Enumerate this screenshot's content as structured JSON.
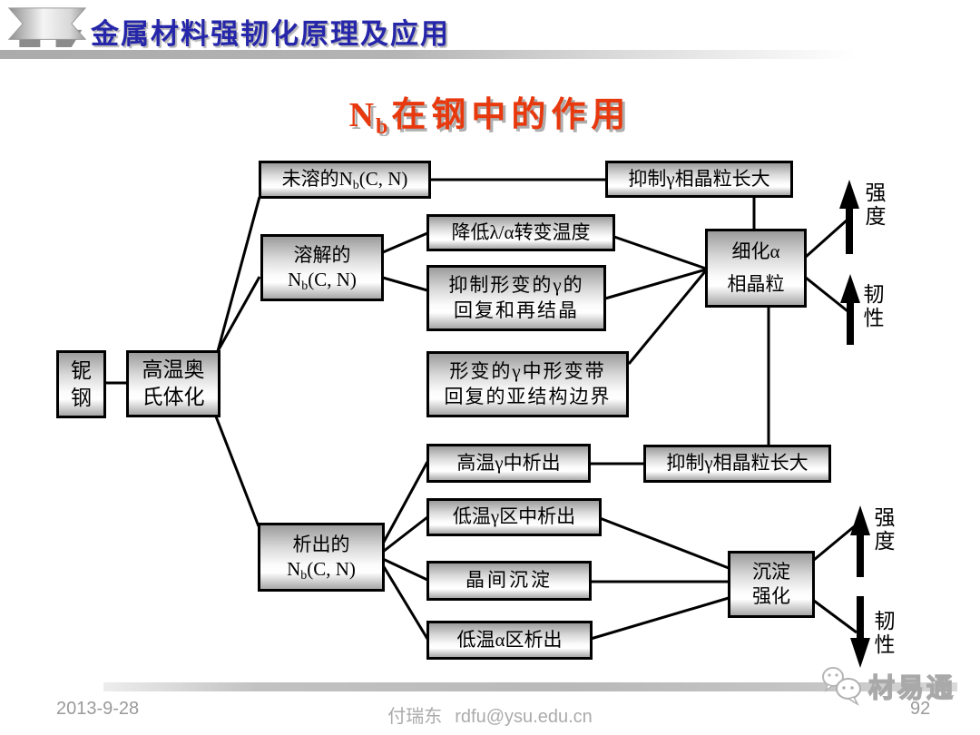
{
  "header": {
    "course_title": "金属材料强韧化原理及应用"
  },
  "slide_title": {
    "prefix": "N",
    "subscript": "b",
    "rest": "在钢中的作用"
  },
  "flowchart": {
    "boxes": {
      "nb_steel": {
        "line1": "铌",
        "line2": "钢"
      },
      "austenitize": {
        "line1": "高温奥",
        "line2": "氏体化"
      },
      "undissolved": {
        "pre": "未溶的N",
        "sub": "b",
        "post": "(C, N)"
      },
      "dissolved": {
        "line1": "溶解的",
        "pre": "N",
        "sub": "b",
        "post": "(C, N)"
      },
      "precipitated": {
        "line1": "析出的",
        "pre": "N",
        "sub": "b",
        "post": "(C, N)"
      },
      "inhibit_gamma_growth_top": "抑制γ相晶粒长大",
      "lower_transform_temp": "降低λ/α转变温度",
      "inhibit_recovery": {
        "line1": "抑制形变的γ的",
        "line2": "回复和再结晶"
      },
      "deform_band": {
        "line1": "形变的γ中形变带",
        "line2": "回复的亚结构边界"
      },
      "refine_alpha": {
        "line1": "细化α",
        "line2": "相晶粒"
      },
      "ht_gamma_precip": "高温γ中析出",
      "inhibit_gamma_growth_bottom": "抑制γ相晶粒长大",
      "lt_gamma_precip": "低温γ区中析出",
      "intergranular_precip": "晶间沉淀",
      "lt_alpha_precip": "低温α区析出",
      "precip_strengthening": {
        "line1": "沉淀",
        "line2": "强化"
      }
    },
    "arrow_labels": {
      "strength_top": {
        "line1": "强",
        "line2": "度"
      },
      "toughness_top": {
        "line1": "韧",
        "line2": "性"
      },
      "strength_bottom": {
        "line1": "强",
        "line2": "度"
      },
      "toughness_bottom": {
        "line1": "韧",
        "line2": "性"
      }
    }
  },
  "footer": {
    "date": "2013-9-28",
    "author": "付瑞东",
    "email": "rdfu@ysu.edu.cn",
    "page": "92",
    "watermark": "材易通"
  },
  "colors": {
    "header_blue": "#2526a9",
    "title_red": "#e8380d",
    "line_black": "#000000",
    "box_border": "#000000"
  }
}
